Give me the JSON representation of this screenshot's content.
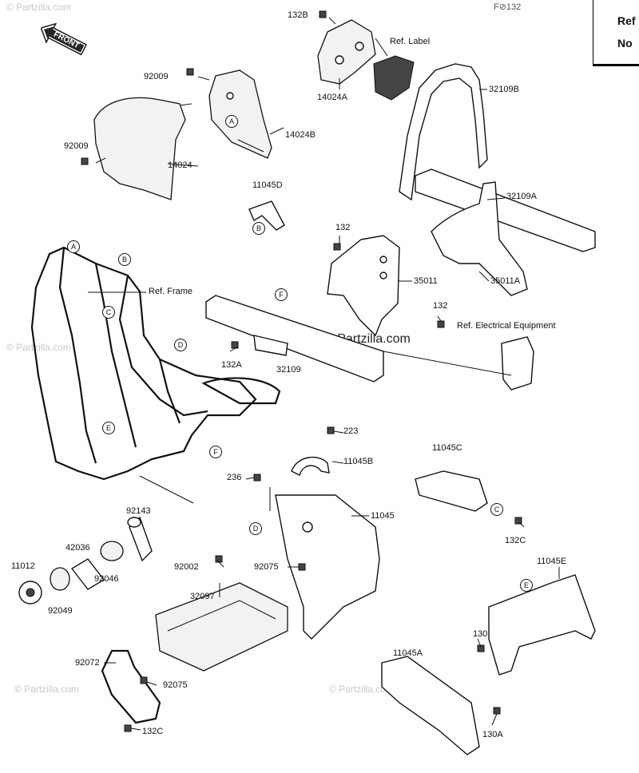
{
  "header": {
    "diagram_code": "F⊘132",
    "note_lines": [
      "Ref",
      "No"
    ]
  },
  "front_arrow": "FRONT",
  "watermark": "© Partzilla.com",
  "callout_letters": [
    "A",
    "B",
    "C",
    "D",
    "E",
    "F"
  ],
  "part_labels": {
    "p132B": "132B",
    "p92009a": "92009",
    "p92009b": "92009",
    "p14024": "14024",
    "p14024A": "14024A",
    "p14024B": "14024B",
    "refLabel": "Ref. Label",
    "p32109B": "32109B",
    "p11045D": "11045D",
    "p32109A": "32109A",
    "p132a": "132",
    "p35011": "35011",
    "p35011A": "35011A",
    "refFrame": "Ref. Frame",
    "p132b": "132",
    "refElec": "Ref. Electrical Equipment",
    "p132A": "132A",
    "p32109": "32109",
    "p223": "223",
    "p11045C": "11045C",
    "p11045B": "11045B",
    "p236": "236",
    "p11045": "11045",
    "p92143": "92143",
    "p42036": "42036",
    "p11012": "11012",
    "p92046": "92046",
    "p92049": "92049",
    "p92002": "92002",
    "p92075a": "92075",
    "p132Ca": "132C",
    "p11045E": "11045E",
    "p32097": "32097",
    "p130": "130",
    "p92072": "92072",
    "p92075b": "92075",
    "p11045A": "11045A",
    "p130A": "130A",
    "p132Cb": "132C"
  }
}
